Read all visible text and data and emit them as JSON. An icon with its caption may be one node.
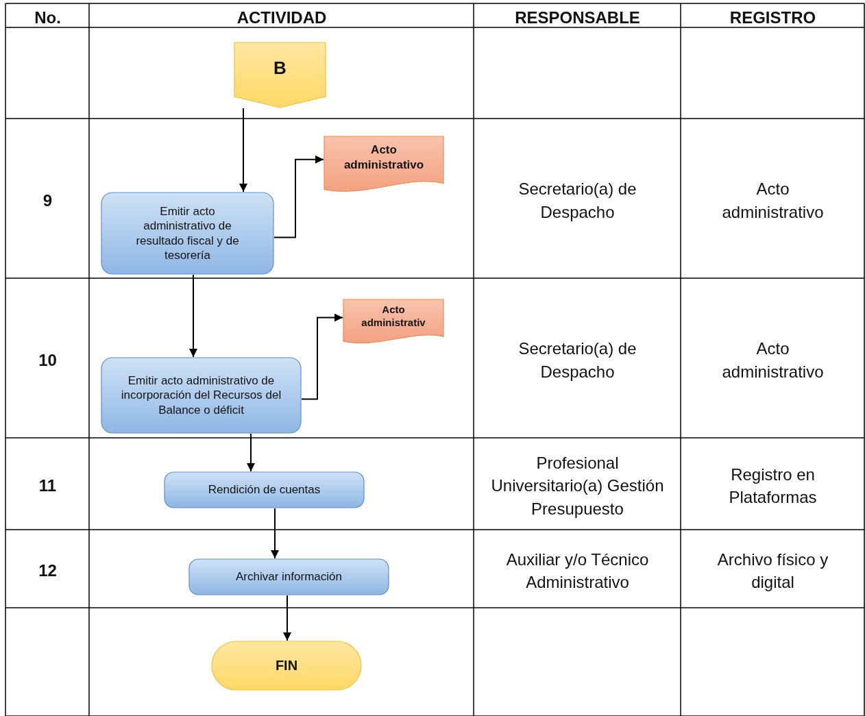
{
  "diagram": {
    "nodes": [
      {
        "text": [
          "B"
        ]
      },
      {
        "text": [
          "Acto administrativo"
        ]
      },
      {
        "text": [
          "Emitir acto administrativo de resultado fiscal y de tesorería"
        ]
      },
      {
        "text": [
          "Acto administrativ"
        ]
      },
      {
        "text": [
          "Emitir acto administrativo de incorporación del Recursos del Balance o déficit"
        ]
      },
      {
        "text": [
          "Rendición de cuentas"
        ]
      },
      {
        "text": [
          "Archivar información"
        ]
      },
      {
        "text": [
          "FIN"
        ]
      }
    ],
    "edges": [
      {
        "from": 0,
        "to": 2,
        "arrow": "to"
      },
      {
        "from": 2,
        "to": 1,
        "arrow": "to"
      },
      {
        "from": 2,
        "to": 4,
        "arrow": "to"
      },
      {
        "from": 4,
        "to": 3,
        "arrow": "to"
      },
      {
        "from": 4,
        "to": 5,
        "arrow": "to"
      },
      {
        "from": 5,
        "to": 6,
        "arrow": "to"
      },
      {
        "from": 6,
        "to": 7,
        "arrow": "to"
      }
    ],
    "labels": [
      "No.",
      "ACTIVIDAD",
      "RESPONSABLE",
      "REGISTRO",
      "9",
      "Secretario(a) de Despacho",
      "Acto administrativo",
      "10",
      "Secretario(a) de Despacho",
      "Acto administrativo",
      "11",
      "Profesional Universitario(a) Gestión Presupuesto",
      "Registro en Plataformas",
      "12",
      "Auxiliar y/o Técnico Administrativo",
      "Archivo físico y digital"
    ]
  }
}
